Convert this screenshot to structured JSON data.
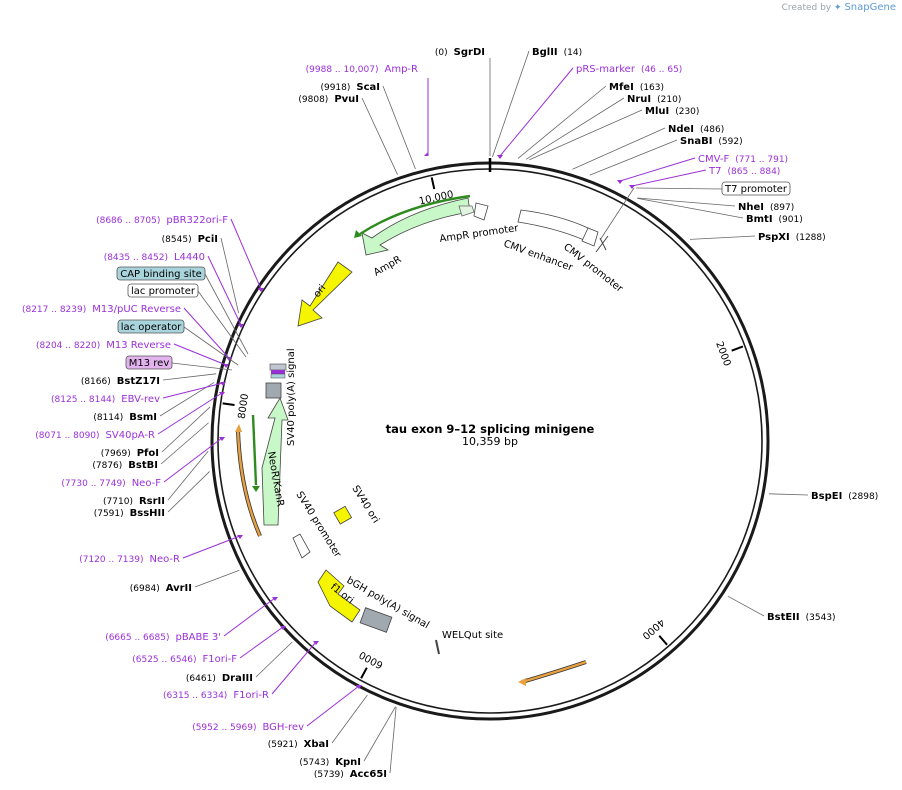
{
  "credit": {
    "prefix": "Created by",
    "brand": "SnapGene"
  },
  "plasmid": {
    "name": "tau exon 9–12 splicing minigene",
    "size": "10,359 bp",
    "length": 10359
  },
  "ticks": [
    {
      "pos": 2000,
      "label": "2000"
    },
    {
      "pos": 4000,
      "label": "4000"
    },
    {
      "pos": 6000,
      "label": "6000"
    },
    {
      "pos": 8000,
      "label": "8000"
    },
    {
      "pos": 10000,
      "label": "10,000"
    }
  ],
  "sites_right": [
    {
      "name": "SgrDI",
      "pos": "(0)",
      "side": "L",
      "at": 0
    },
    {
      "name": "BglII",
      "pos": "(14)",
      "side": "R",
      "at": 14
    },
    {
      "name": "MfeI",
      "pos": "(163)",
      "side": "R",
      "at": 163
    },
    {
      "name": "NruI",
      "pos": "(210)",
      "side": "R",
      "at": 210
    },
    {
      "name": "MluI",
      "pos": "(230)",
      "side": "R",
      "at": 230
    },
    {
      "name": "NdeI",
      "pos": "(486)",
      "side": "R",
      "at": 486
    },
    {
      "name": "SnaBI",
      "pos": "(592)",
      "side": "R",
      "at": 592
    },
    {
      "name": "NheI",
      "pos": "(897)",
      "side": "R",
      "at": 897
    },
    {
      "name": "BmtI",
      "pos": "(901)",
      "side": "R",
      "at": 901
    },
    {
      "name": "PspXI",
      "pos": "(1288)",
      "side": "R",
      "at": 1288
    },
    {
      "name": "BspEI",
      "pos": "(2898)",
      "side": "R",
      "at": 2898
    },
    {
      "name": "BstEII",
      "pos": "(3543)",
      "side": "R",
      "at": 3543
    }
  ],
  "sites_left": [
    {
      "name": "ScaI",
      "pos": "(9918)",
      "at": 9918
    },
    {
      "name": "PvuI",
      "pos": "(9808)",
      "at": 9808
    },
    {
      "name": "PciI",
      "pos": "(8545)",
      "at": 8545
    },
    {
      "name": "BstZ17I",
      "pos": "(8166)",
      "at": 8166
    },
    {
      "name": "BsmI",
      "pos": "(8114)",
      "at": 8114
    },
    {
      "name": "PfoI",
      "pos": "(7969)",
      "at": 7969
    },
    {
      "name": "BstBI",
      "pos": "(7876)",
      "at": 7876
    },
    {
      "name": "RsrII",
      "pos": "(7710)",
      "at": 7710
    },
    {
      "name": "BssHII",
      "pos": "(7591)",
      "at": 7591
    },
    {
      "name": "AvrII",
      "pos": "(6984)",
      "at": 6984
    },
    {
      "name": "DraIII",
      "pos": "(6461)",
      "at": 6461
    },
    {
      "name": "XbaI",
      "pos": "(5921)",
      "at": 5921
    },
    {
      "name": "KpnI",
      "pos": "(5743)",
      "at": 5743
    },
    {
      "name": "Acc65I",
      "pos": "(5739)",
      "at": 5739
    }
  ],
  "primers": [
    {
      "name": "Amp-R",
      "pos": "(9988 .. 10,007)"
    },
    {
      "name": "pRS-marker",
      "pos": "(46 .. 65)"
    },
    {
      "name": "CMV-F",
      "pos": "(771 .. 791)"
    },
    {
      "name": "T7",
      "pos": "(865 .. 884)"
    },
    {
      "name": "pBR322ori-F",
      "pos": "(8686 .. 8705)"
    },
    {
      "name": "L4440",
      "pos": "(8435 .. 8452)"
    },
    {
      "name": "M13/pUC Reverse",
      "pos": "(8217 .. 8239)"
    },
    {
      "name": "M13 Reverse",
      "pos": "(8204 .. 8220)"
    },
    {
      "name": "EBV-rev",
      "pos": "(8125 .. 8144)"
    },
    {
      "name": "SV40pA-R",
      "pos": "(8071 .. 8090)"
    },
    {
      "name": "Neo-F",
      "pos": "(7730 .. 7749)"
    },
    {
      "name": "Neo-R",
      "pos": "(7120 .. 7139)"
    },
    {
      "name": "pBABE 3'",
      "pos": "(6665 .. 6685)"
    },
    {
      "name": "F1ori-F",
      "pos": "(6525 .. 6546)"
    },
    {
      "name": "F1ori-R",
      "pos": "(6315 .. 6334)"
    },
    {
      "name": "BGH-rev",
      "pos": "(5952 .. 5969)"
    }
  ],
  "boxed_features": [
    {
      "name": "CAP binding site",
      "fill": "#a9d4dc"
    },
    {
      "name": "lac promoter",
      "fill": "#ffffff"
    },
    {
      "name": "lac operator",
      "fill": "#a9d4dc"
    },
    {
      "name": "M13 rev",
      "fill": "#e3b3f0"
    },
    {
      "name": "T7 promoter",
      "fill": "#ffffff"
    }
  ],
  "inner_features": [
    {
      "name": "AmpR promoter"
    },
    {
      "name": "AmpR"
    },
    {
      "name": "CMV enhancer"
    },
    {
      "name": "CMV promoter"
    },
    {
      "name": "ori"
    },
    {
      "name": "SV40 poly(A) signal"
    },
    {
      "name": "NeoR/KanR"
    },
    {
      "name": "SV40 promoter"
    },
    {
      "name": "SV40 ori"
    },
    {
      "name": "bGH poly(A) signal"
    },
    {
      "name": "f1 ori"
    },
    {
      "name": "WELQut site"
    }
  ],
  "colors": {
    "ampr": "#c8f7c8",
    "ori": "#f5f500",
    "neo": "#c8f7c8",
    "orf_green": "#2e8b1e",
    "orf_orange": "#e8a040",
    "bgh": "#a0a8b0",
    "primer": "#9b30d9",
    "ring": "#1a1a1a"
  }
}
